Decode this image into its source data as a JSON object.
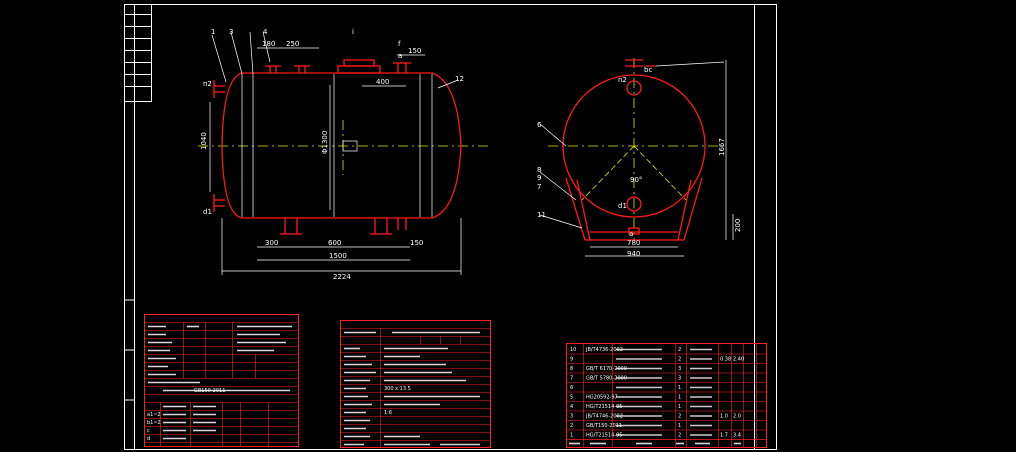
{
  "colors": {
    "background": "#000000",
    "frame": "#ffffff",
    "vessel": "#ff1a1a",
    "centerline": "#e6e600",
    "dimension": "#ffffff",
    "table": "#ff2020",
    "text": "#ffffff"
  },
  "front_view": {
    "leaders": [
      "1",
      "3",
      "4",
      "i"
    ],
    "nozzle_labels": [
      "a",
      "f",
      "n2",
      "d1",
      "12"
    ],
    "dims": {
      "top_a": "180",
      "top_b": "250",
      "top_c": "150",
      "top_d": "400",
      "height": "1040",
      "inner_diameter": "Φ1300",
      "bottom_a": "300",
      "bottom_b": "600",
      "bottom_c": "150",
      "bottom_d": "1500",
      "overall": "2224"
    }
  },
  "side_view": {
    "nozzle_labels": [
      "n2",
      "bc",
      "d1",
      "a"
    ],
    "leaders": [
      "6",
      "8",
      "9",
      "7",
      "11"
    ],
    "dims": {
      "height": "1667",
      "angle": "90°",
      "saddle_inner": "780",
      "saddle_outer": "940",
      "saddle_height": "200"
    }
  },
  "parts_table": {
    "rows": [
      {
        "no": "10",
        "code": "JB/T4736-2002",
        "qty": "2",
        "w1": "",
        "w2": ""
      },
      {
        "no": "9",
        "code": "",
        "qty": "2",
        "w1": "0.38",
        "w2": "2.40"
      },
      {
        "no": "8",
        "code": "GB/T 6170-2000",
        "qty": "3",
        "w1": "",
        "w2": ""
      },
      {
        "no": "7",
        "code": "GB/T 5780-2000",
        "qty": "3",
        "w1": "",
        "w2": ""
      },
      {
        "no": "6",
        "code": "",
        "qty": "1",
        "w1": "",
        "w2": ""
      },
      {
        "no": "5",
        "code": "HG20592-97",
        "qty": "1",
        "w1": "",
        "w2": ""
      },
      {
        "no": "4",
        "code": "HG/T21514-95",
        "qty": "1",
        "w1": "",
        "w2": ""
      },
      {
        "no": "3",
        "code": "JB/T4746-2002",
        "qty": "2",
        "w1": "1.0",
        "w2": "2.0"
      },
      {
        "no": "2",
        "code": "GB/T150-2011",
        "qty": "1",
        "w1": "",
        "w2": ""
      },
      {
        "no": "1",
        "code": "HG/T21514-95",
        "qty": "2",
        "w1": "1.7",
        "w2": "3.4"
      }
    ]
  },
  "legible_text": {
    "spec_line": "GB150-2011",
    "nozzle_row_1": "a1~2",
    "nozzle_row_2": "b1~2",
    "nozzle_row_3": "c",
    "nozzle_row_4": "d",
    "mid_row_1": "300 x 13.5",
    "mid_row_2": "1:6"
  }
}
